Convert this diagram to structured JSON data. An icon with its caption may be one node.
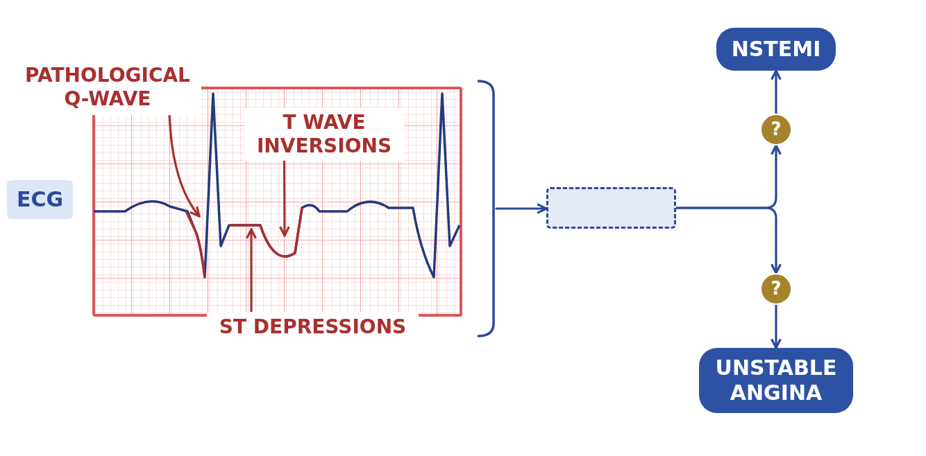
{
  "diagram": {
    "nodes": [
      {
        "text": [
          "ECG"
        ]
      },
      {
        "text": [],
        "shape": "box"
      },
      {
        "text": [
          "PATHOLOGICAL Q-WAVE"
        ]
      },
      {
        "text": [
          "T WAVE INVERSIONS"
        ],
        "in": 1
      },
      {
        "text": [
          "ST DEPRESSIONS"
        ]
      },
      {
        "text": [],
        "shape": "box"
      },
      {
        "text": [
          "?"
        ]
      },
      {
        "text": [
          "NSTEMI"
        ]
      },
      {
        "text": [
          "?"
        ]
      },
      {
        "text": [
          "UNSTABLE ANGINA"
        ]
      },
      {
        "text": [],
        "shape": "line",
        "in": 1
      },
      {
        "text": [],
        "shape": "line",
        "in": 1
      },
      {
        "text": [],
        "shape": "line",
        "in": 1
      }
    ],
    "edges": [
      {
        "from": 2,
        "to": 10,
        "arrow": "to",
        "color": "#a8302f"
      },
      {
        "from": 3,
        "to": 12,
        "arrow": "to",
        "color": "#a8302f"
      },
      {
        "from": 4,
        "to": 11,
        "arrow": "to",
        "color": "#a8302f"
      },
      {
        "from": 1,
        "to": 5,
        "arrow": "to"
      },
      {
        "from": 5,
        "to": 6,
        "arrow": "to"
      },
      {
        "from": 6,
        "to": 7,
        "arrow": "to"
      },
      {
        "from": 5,
        "to": 8,
        "arrow": "to"
      },
      {
        "from": 8,
        "to": 9,
        "arrow": "to"
      }
    ]
  }
}
